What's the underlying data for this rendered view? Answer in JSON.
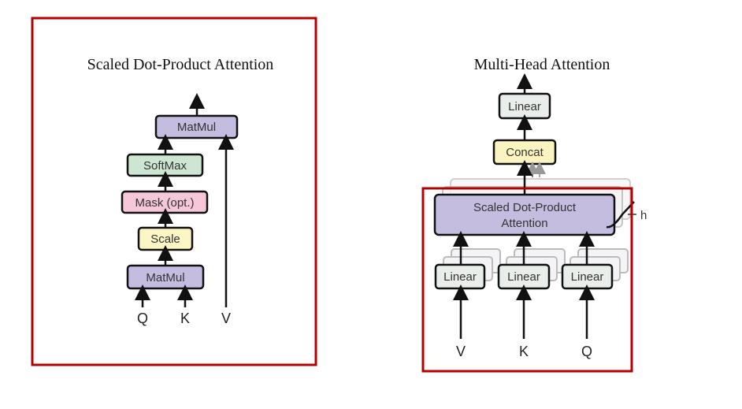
{
  "scaled_dot_product": {
    "title": "Scaled Dot-Product Attention",
    "blocks": {
      "matmul_top": "MatMul",
      "softmax": "SoftMax",
      "mask": "Mask (opt.)",
      "scale": "Scale",
      "matmul_bottom": "MatMul"
    },
    "inputs": [
      "Q",
      "K",
      "V"
    ]
  },
  "multi_head": {
    "title": "Multi-Head Attention",
    "blocks": {
      "linear_top": "Linear",
      "concat": "Concat",
      "attention_line1": "Scaled Dot-Product",
      "attention_line2": "Attention",
      "linear": [
        "Linear",
        "Linear",
        "Linear"
      ]
    },
    "inputs": [
      "V",
      "K",
      "Q"
    ],
    "heads_label": "h"
  },
  "colors": {
    "matmul": "#c4bde0",
    "softmax": "#cde6d2",
    "mask": "#f6c7d8",
    "scale": "#fbf6c3",
    "linear": "#e9eeeb",
    "concat": "#fbf3c0",
    "highlight": "#b40000"
  }
}
